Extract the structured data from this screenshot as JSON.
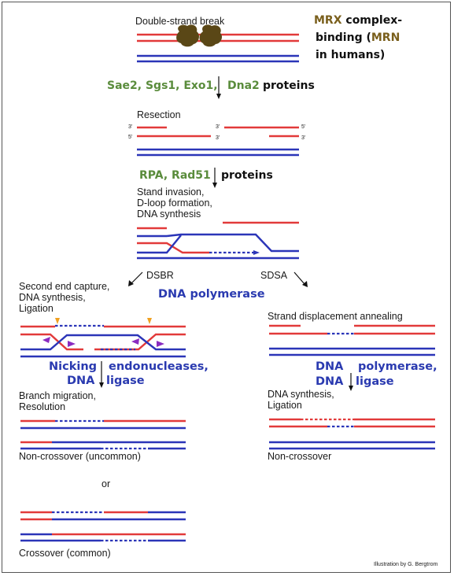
{
  "labels": {
    "dsb": "Double-strand break",
    "resection": "Resection",
    "invasion_1": "Stand invasion,",
    "invasion_2": "D-loop formation,",
    "invasion_3": "DNA synthesis",
    "dsbr": "DSBR",
    "sdsa": "SDSA",
    "capture_1": "Second end capture,",
    "capture_2": "DNA synthesis,",
    "capture_3": "Ligation",
    "annealing": "Strand displacement annealing",
    "branch_1": "Branch migration,",
    "branch_2": "Resolution",
    "sdsa_synth_1": "DNA synthesis,",
    "sdsa_synth_2": "Ligation",
    "noncross_uncommon": "Non-crossover (uncommon)",
    "or": "or",
    "crossover": "Crossover (common)",
    "noncross": "Non-crossover",
    "credit": "Illustration by G. Bergtrom"
  },
  "ends": {
    "three_prime": "3'",
    "five_prime": "5'"
  },
  "annotations": {
    "mrx_1a": "MRX",
    "mrx_1b": " complex-",
    "mrx_2a": "binding  (",
    "mrx_2b": "MRN",
    "mrx_3": "in humans)",
    "resection_proteins": "Sae2, Sgs1, Exo1,",
    "dna2": "Dna2",
    "proteins": "proteins",
    "rpa": "RPA, Rad51",
    "dna_polymerase": "DNA polymerase",
    "nick_1a": "Nicking",
    "nick_1b": "endonucleases,",
    "nick_2a": "DNA",
    "nick_2b": "ligase",
    "sdsa_1a": "DNA",
    "sdsa_1b": "polymerase,",
    "sdsa_2a": "DNA",
    "sdsa_2b": "ligase"
  },
  "colors": {
    "top_strand": "#e23a3a",
    "bottom_strand": "#2b35b8",
    "protein_green": "#5a8c3c",
    "mrx_olive": "#7a5f1c",
    "enzyme_blue": "#2a3ab0",
    "complex_brown": "#5a4716"
  }
}
